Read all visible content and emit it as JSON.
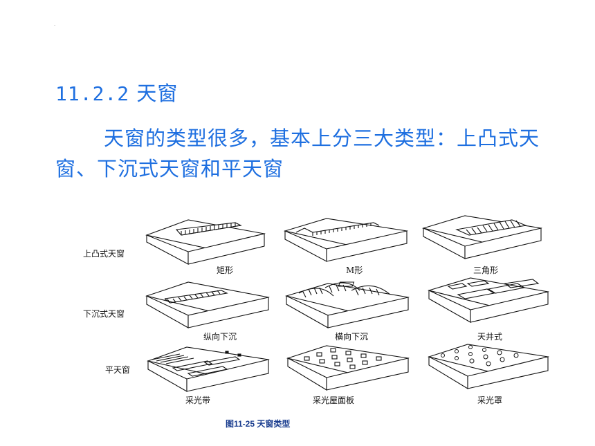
{
  "page": {
    "marker": ".",
    "heading_number": "11.2.2",
    "heading_text": "天窗",
    "intro_text": "天窗的类型很多，基本上分三大类型：上凸式天窗、下沉式天窗和平天窗"
  },
  "figure": {
    "caption": "图11-25  天窗类型",
    "row_labels": [
      "上凸式天窗",
      "下沉式天窗",
      "平天窗"
    ],
    "item_labels": [
      [
        "矩形",
        "M形",
        "三角形"
      ],
      [
        "纵向下沉",
        "横向下沉",
        "天井式"
      ],
      [
        "采光带",
        "采光屋面板",
        "采光罩"
      ]
    ]
  }
}
